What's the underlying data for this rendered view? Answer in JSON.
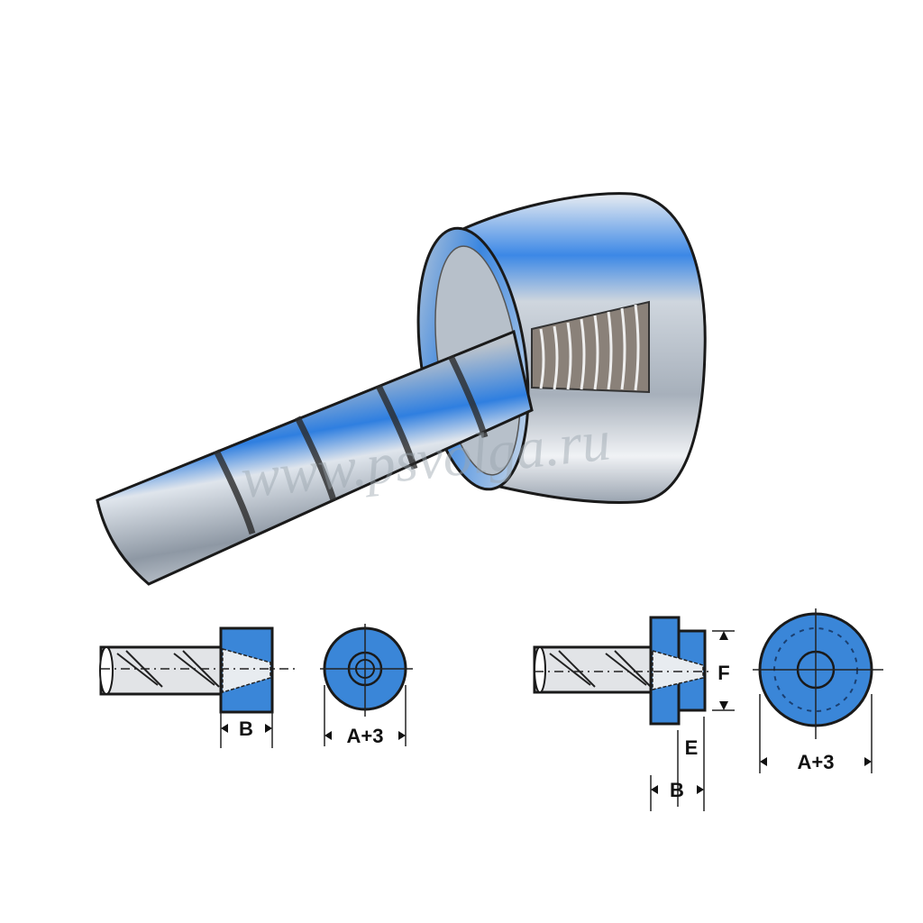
{
  "watermark": "www.psvolga.ru",
  "colors": {
    "head_blue": "#3a86d8",
    "steel_light": "#e6e9ee",
    "steel_blue": "#2f7fe0",
    "outline": "#1a1a1a"
  },
  "diagram_left": {
    "width_label": "B",
    "diameter_label": "A+3"
  },
  "diagram_right": {
    "height_label": "F",
    "collar_label": "E",
    "width_label": "B",
    "diameter_label": "A+3"
  }
}
